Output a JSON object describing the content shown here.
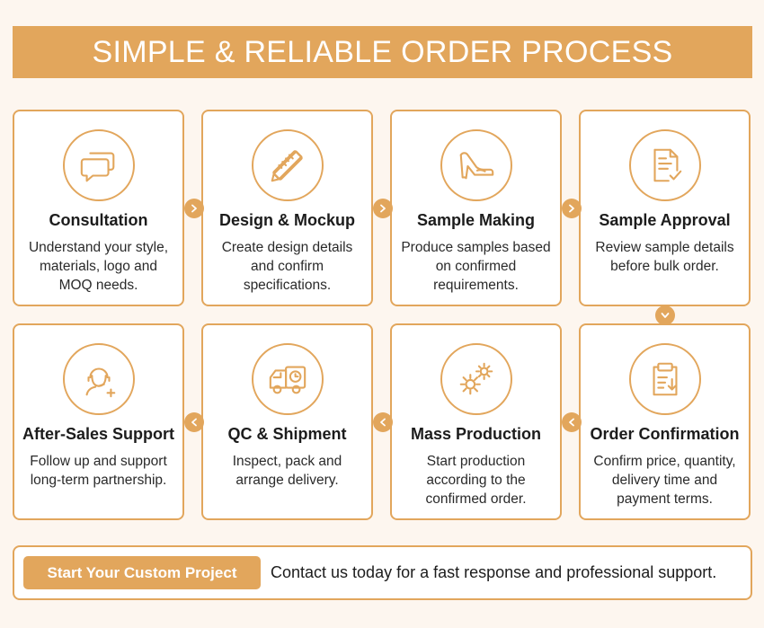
{
  "title": "SIMPLE & RELIABLE ORDER PROCESS",
  "accent_color": "#e2a65c",
  "steps": [
    {
      "title": "Consultation",
      "desc": "Understand your style, materials, logo and MOQ needs.",
      "icon": "chat-bubbles-icon"
    },
    {
      "title": "Design & Mockup",
      "desc": "Create design details and confirm specifications.",
      "icon": "ruler-pencil-icon"
    },
    {
      "title": "Sample Making",
      "desc": "Produce samples based on confirmed requirements.",
      "icon": "high-heel-shoe-icon"
    },
    {
      "title": "Sample Approval",
      "desc": "Review sample details before bulk order.",
      "icon": "document-check-icon"
    },
    {
      "title": "Order Confirmation",
      "desc": "Confirm price, quantity, delivery time and payment terms.",
      "icon": "clipboard-download-icon"
    },
    {
      "title": "Mass Production",
      "desc": "Start production according to the confirmed order.",
      "icon": "gears-icon"
    },
    {
      "title": "QC & Shipment",
      "desc": "Inspect, pack and arrange delivery.",
      "icon": "delivery-truck-icon"
    },
    {
      "title": "After-Sales Support",
      "desc": "Follow up and support long-term partnership.",
      "icon": "support-agent-icon"
    }
  ],
  "cta": {
    "button_label": "Start Your Custom Project",
    "text": "Contact us today for a fast response and professional support."
  }
}
